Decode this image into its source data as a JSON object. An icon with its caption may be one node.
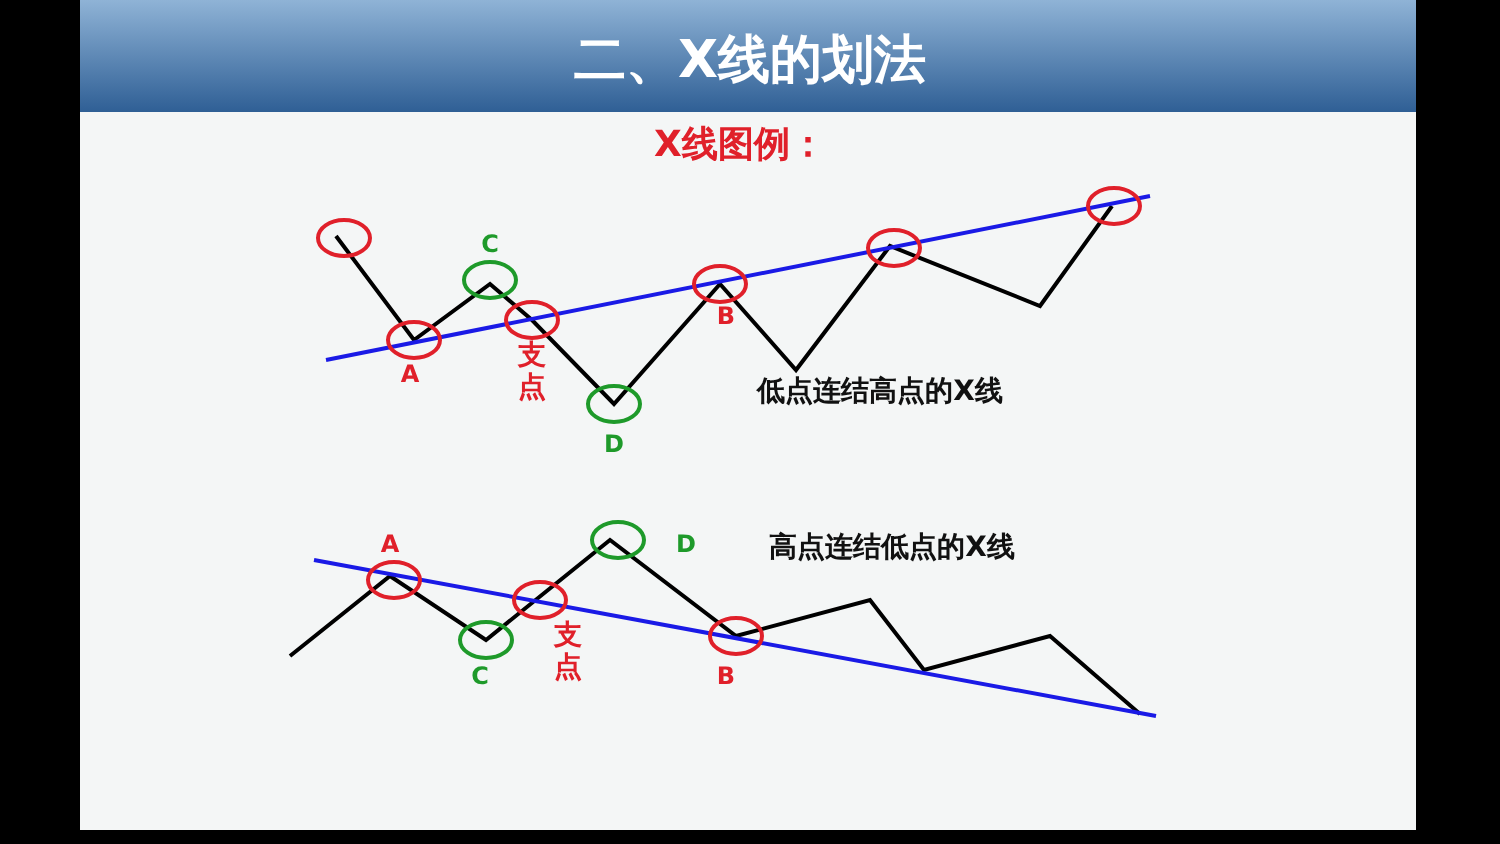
{
  "diagram": {
    "title": "二、X线的划法",
    "labels": [
      "X线图例：",
      "C",
      "A",
      "支点",
      "B",
      "D",
      "低点连结高点的X线",
      "A",
      "D",
      "高点连结低点的X线",
      "C",
      "支点",
      "B"
    ]
  }
}
